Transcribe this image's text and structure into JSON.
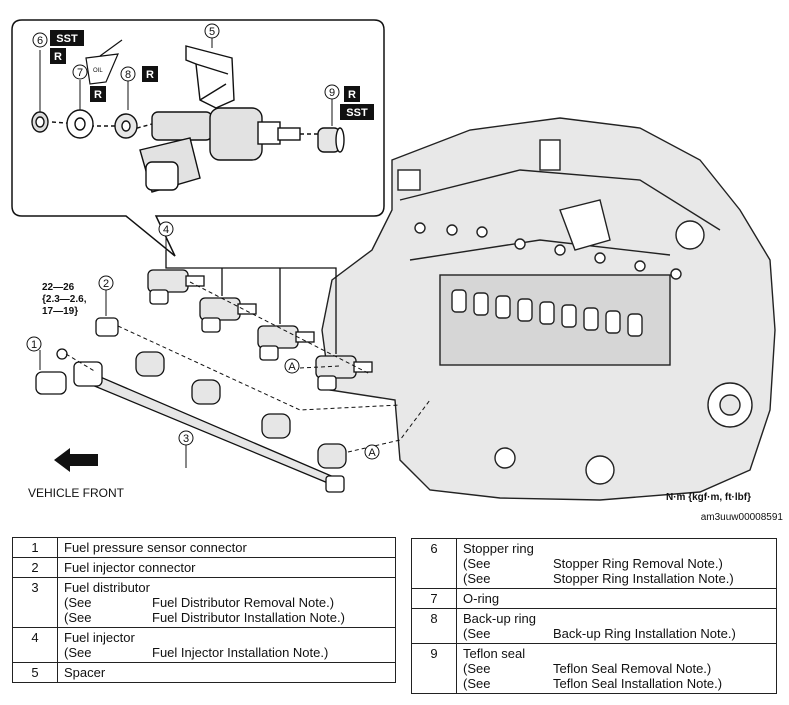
{
  "diagram": {
    "labels": {
      "vehicle_front": "VEHICLE FRONT",
      "torque_unit": "N·m {kgf·m, ft·lbf}",
      "torque_line1": "22—26",
      "torque_line2": "{2.3—2.6,",
      "torque_line3": "17—19}",
      "callout_a": "A",
      "tag_sst": "SST",
      "tag_r": "R",
      "oil": "OIL"
    },
    "callouts": [
      "1",
      "2",
      "3",
      "4",
      "5",
      "6",
      "7",
      "8",
      "9"
    ]
  },
  "figure_code": "am3uuw00008591",
  "see_word": "(See",
  "parts_left": [
    {
      "num": "1",
      "name": "Fuel pressure sensor connector",
      "refs": []
    },
    {
      "num": "2",
      "name": "Fuel injector connector",
      "refs": []
    },
    {
      "num": "3",
      "name": "Fuel distributor",
      "refs": [
        "Fuel Distributor Removal Note.)",
        "Fuel Distributor Installation Note.)"
      ]
    },
    {
      "num": "4",
      "name": "Fuel injector",
      "refs": [
        "Fuel Injector Installation Note.)"
      ]
    },
    {
      "num": "5",
      "name": "Spacer",
      "refs": []
    }
  ],
  "parts_right": [
    {
      "num": "6",
      "name": "Stopper ring",
      "refs": [
        "Stopper Ring Removal Note.)",
        "Stopper Ring Installation Note.)"
      ]
    },
    {
      "num": "7",
      "name": "O-ring",
      "refs": []
    },
    {
      "num": "8",
      "name": "Back-up ring",
      "refs": [
        "Back-up Ring Installation Note.)"
      ]
    },
    {
      "num": "9",
      "name": "Teflon seal",
      "refs": [
        "Teflon Seal Removal Note.)",
        "Teflon Seal Installation Note.)"
      ]
    }
  ]
}
